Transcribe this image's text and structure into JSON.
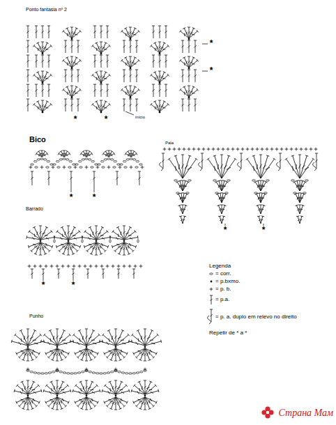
{
  "diagram": {
    "labels": [
      "Ponto fantasia nº 2",
      "*",
      "*",
      "*",
      "*",
      "início",
      "Bico",
      "*",
      "*",
      "Pala",
      "*",
      "*",
      "Barrado",
      "*",
      "*",
      "Punho",
      "Legenda",
      "Repetir de * a *",
      "Страна Мам"
    ],
    "legend": [
      {
        "text": "= corr."
      },
      {
        "text": "= p.bxmo."
      },
      {
        "text": "= p. b."
      },
      {
        "text": "= p.a."
      },
      {
        "text": "= p. a. duplo em relevo no direito"
      }
    ]
  }
}
